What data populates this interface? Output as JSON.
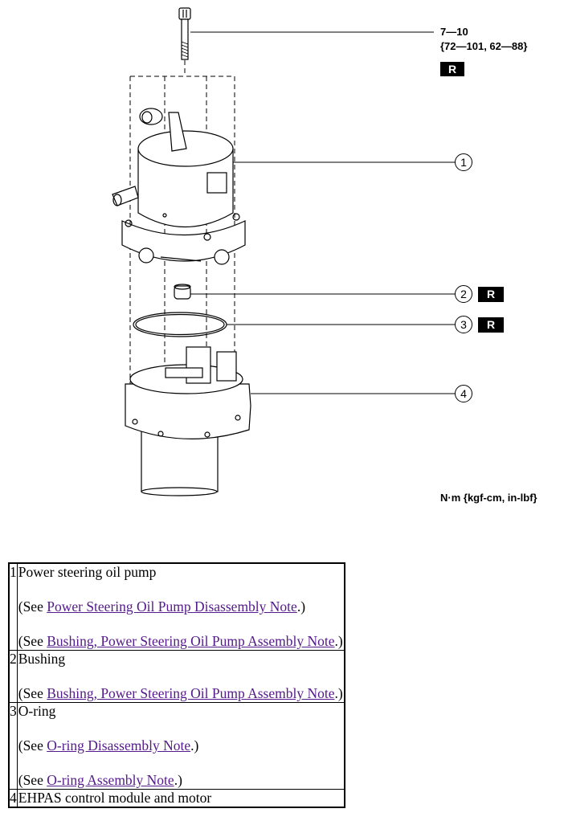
{
  "figure": {
    "torque": {
      "value": "7—10",
      "alt": "{72—101, 62—88}",
      "replace_mark": "R"
    },
    "callouts": [
      {
        "num": "1"
      },
      {
        "num": "2",
        "mark": "R"
      },
      {
        "num": "3",
        "mark": "R"
      },
      {
        "num": "4"
      }
    ],
    "units": "N·m {kgf-cm, in-lbf}"
  },
  "parts": [
    {
      "num": "1",
      "name": "Power steering oil pump",
      "refs": [
        {
          "pre": "(See ",
          "link": "Power Steering Oil Pump Disassembly Note",
          "post": ".)"
        },
        {
          "pre": "(See ",
          "link": "Bushing, Power Steering Oil Pump Assembly Note",
          "post": ".)"
        }
      ]
    },
    {
      "num": "2",
      "name": "Bushing",
      "refs": [
        {
          "pre": "(See ",
          "link": "Bushing, Power Steering Oil Pump Assembly Note",
          "post": ".)"
        }
      ]
    },
    {
      "num": "3",
      "name": "O-ring",
      "refs": [
        {
          "pre": "(See ",
          "link": "O-ring Disassembly Note",
          "post": ".)"
        },
        {
          "pre": "(See ",
          "link": "O-ring Assembly Note",
          "post": ".)"
        }
      ]
    },
    {
      "num": "4",
      "name": "EHPAS control module and motor",
      "refs": []
    }
  ]
}
